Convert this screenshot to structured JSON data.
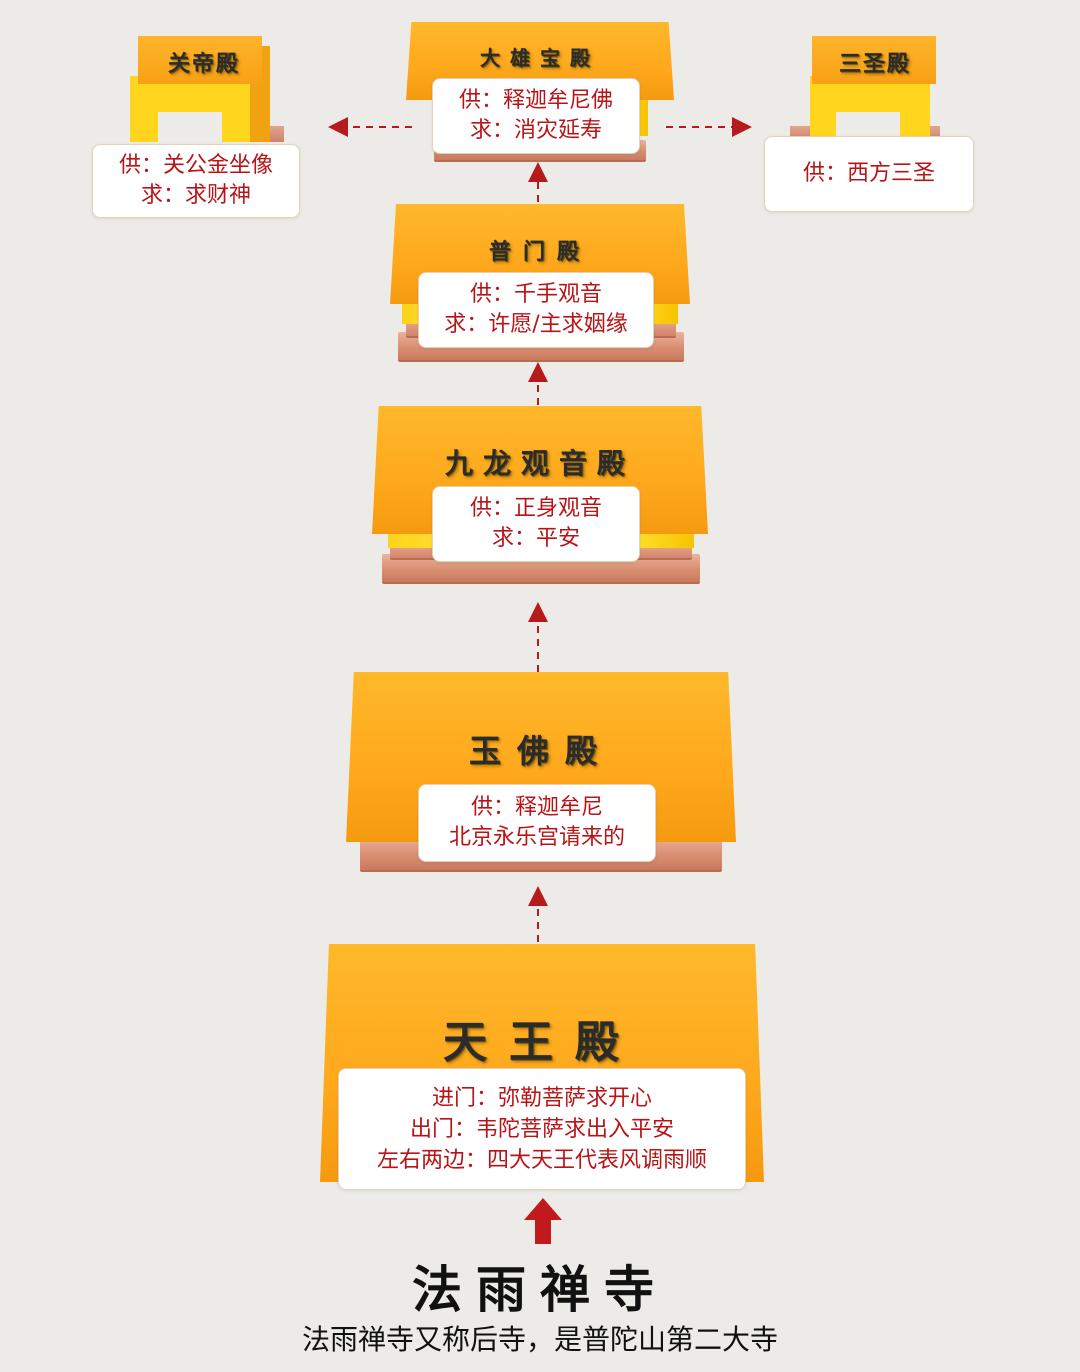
{
  "halls": {
    "daxiong": {
      "name": "大雄宝殿",
      "lines": [
        "供：释迦牟尼佛",
        "求：消灾延寿"
      ]
    },
    "guandi": {
      "name": "关帝殿",
      "lines": [
        "供：关公金坐像",
        "求：求财神"
      ]
    },
    "sansheng": {
      "name": "三圣殿",
      "lines": [
        "供：西方三圣"
      ]
    },
    "pumen": {
      "name": "普门殿",
      "lines": [
        "供：千手观音",
        "求：许愿/主求姻缘"
      ]
    },
    "jiulong": {
      "name": "九龙观音殿",
      "lines": [
        "供：正身观音",
        "求：平安"
      ]
    },
    "yufo": {
      "name": "玉佛殿",
      "lines": [
        "供：释迦牟尼",
        "北京永乐宫请来的"
      ]
    },
    "tianwang": {
      "name": "天王殿",
      "lines": [
        "进门：弥勒菩萨求开心",
        "出门：韦陀菩萨求出入平安",
        "左右两边：四大天王代表风调雨顺"
      ]
    }
  },
  "footer": {
    "title": "法雨禅寺",
    "subtitle": "法雨禅寺又称后寺，是普陀山第二大寺"
  },
  "colors": {
    "roof": "#ffa81c",
    "body": "#ffe53a",
    "base": "#d98e72",
    "label_text": "#b81418",
    "arrow": "#b51a1d",
    "background": "#ecebe8"
  }
}
